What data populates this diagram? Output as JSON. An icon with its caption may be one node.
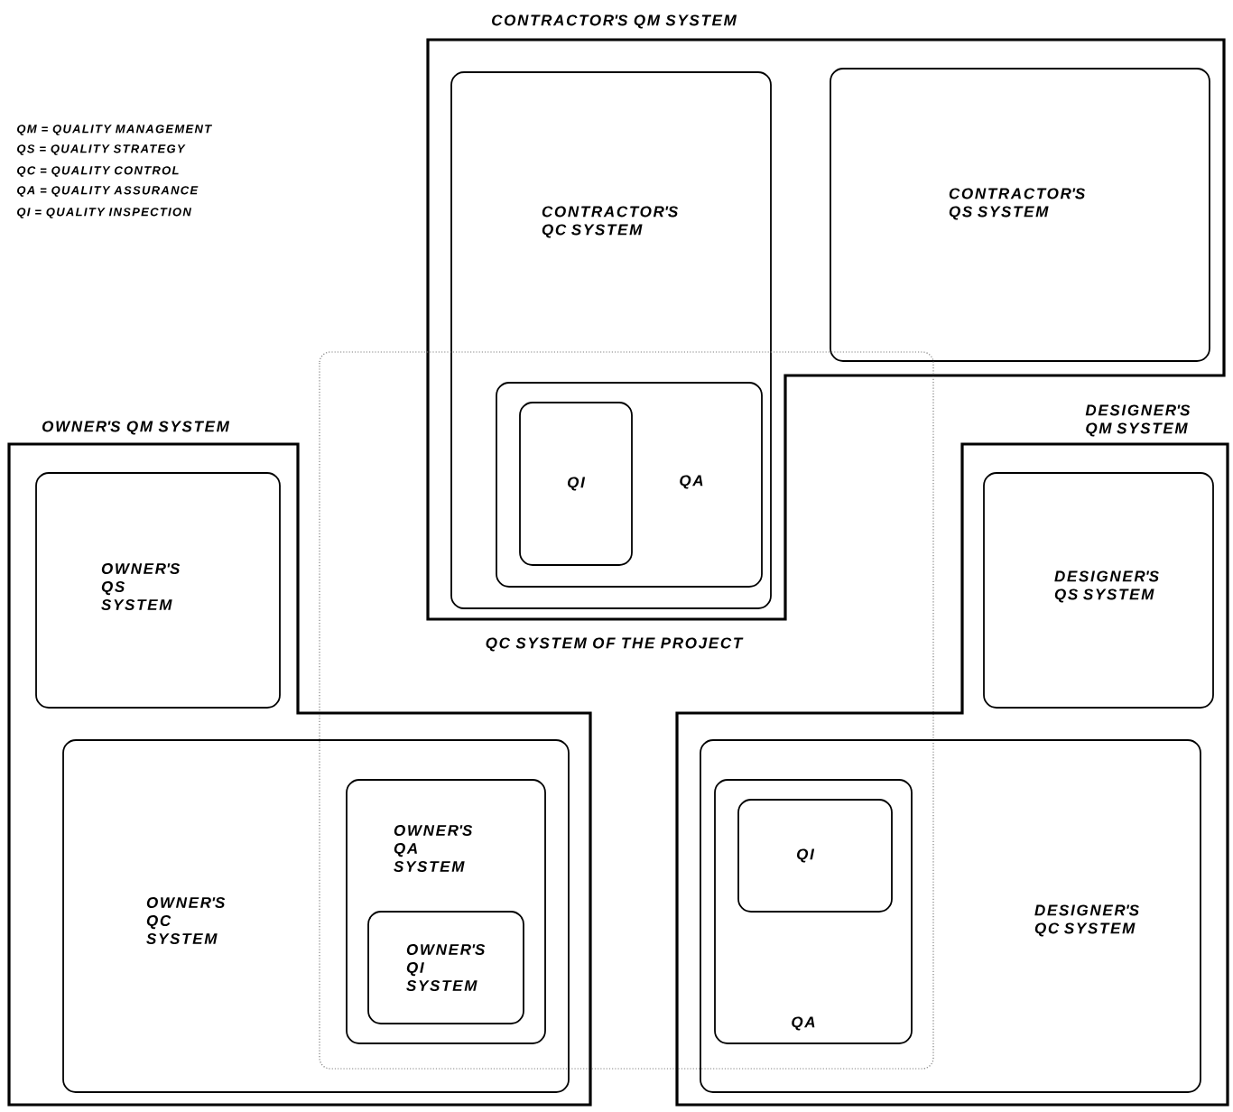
{
  "diagram": {
    "nodes": [
      {
        "text": [
          "CONTRACTOR'S QM SYSTEM"
        ]
      },
      {
        "text": [
          "CONTRACTOR'S QC SYSTEM"
        ],
        "in": 0
      },
      {
        "text": [
          "CONTRACTOR'S QS SYSTEM"
        ],
        "in": 0
      },
      {
        "text": [
          "QA"
        ]
      },
      {
        "text": [
          "QI"
        ],
        "in": 3
      },
      {
        "text": [
          "QC SYSTEM OF THE PROJECT"
        ]
      },
      {
        "text": [
          "OWNER'S QM SYSTEM"
        ]
      },
      {
        "text": [
          "OWNER'S QS SYSTEM"
        ],
        "in": 6
      },
      {
        "text": [
          "OWNER'S QC SYSTEM"
        ],
        "in": 6
      },
      {
        "text": [
          "OWNER'S QA SYSTEM"
        ]
      },
      {
        "text": [
          "OWNER'S QI SYSTEM"
        ],
        "in": 9
      },
      {
        "text": [
          "DESIGNER'S QM SYSTEM"
        ]
      },
      {
        "text": [
          "DESIGNER'S QS SYSTEM"
        ],
        "in": 11
      },
      {
        "text": [
          "DESIGNER'S QC SYSTEM"
        ],
        "in": 11
      },
      {
        "text": [
          "QA"
        ]
      },
      {
        "text": [
          "QI"
        ],
        "in": 14
      }
    ],
    "labels": [
      "QM = QUALITY MANAGEMENT",
      "QS = QUALITY STRATEGY",
      "QC = QUALITY CONTROL",
      "QA = QUALITY ASSURANCE",
      "QI = QUALITY INSPECTION"
    ]
  }
}
